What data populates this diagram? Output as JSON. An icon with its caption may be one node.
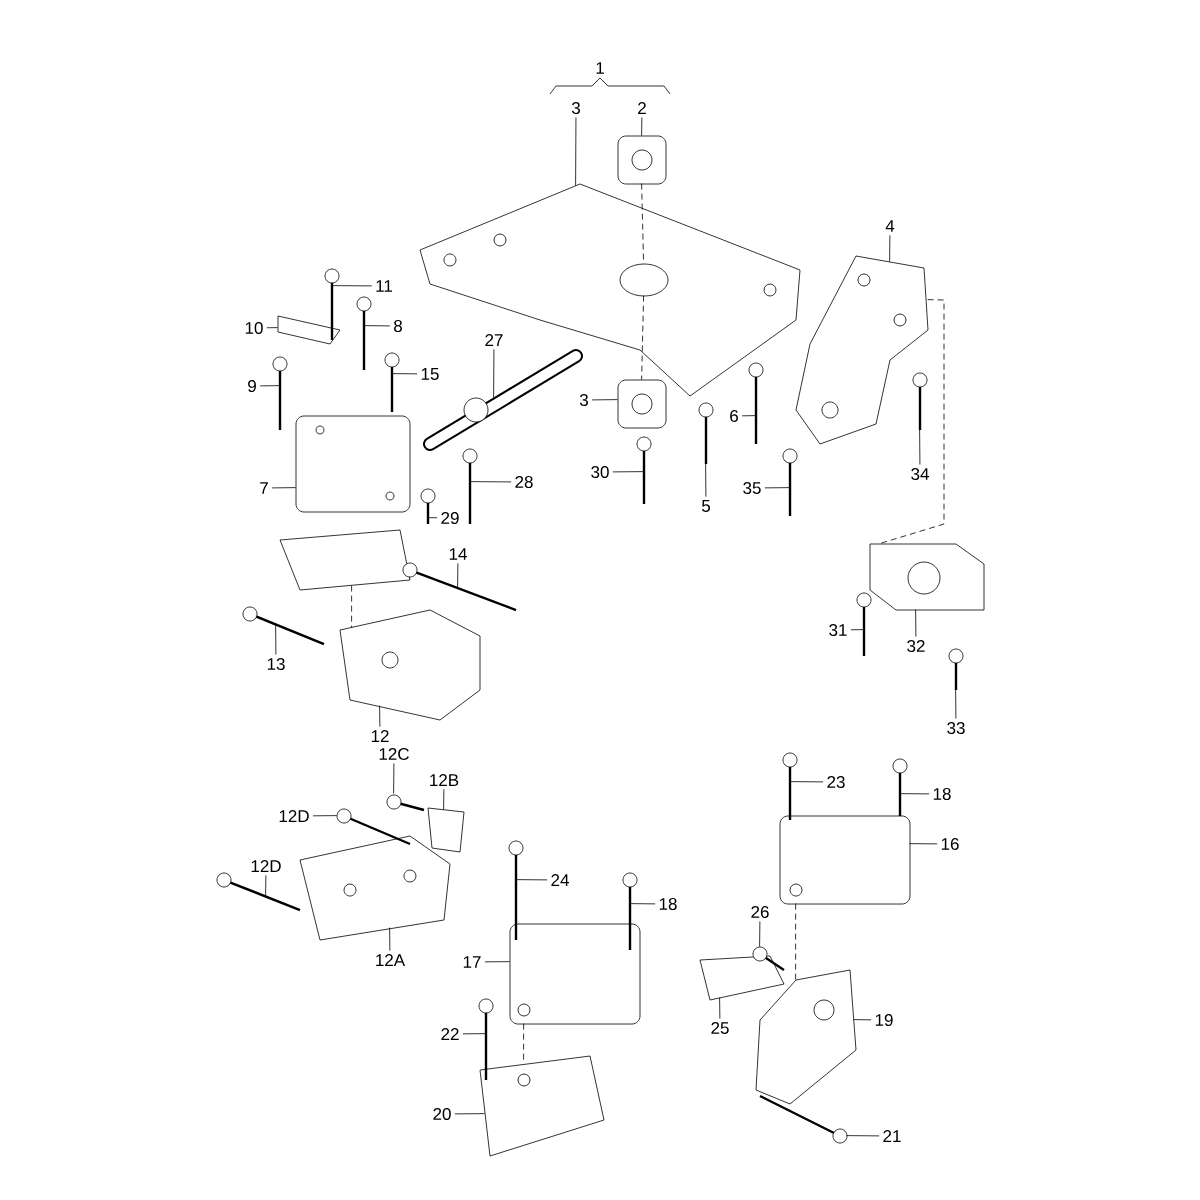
{
  "diagram": {
    "nodes": [
      {
        "text": [
          "1"
        ]
      },
      {
        "text": [
          "3"
        ]
      },
      {
        "text": [
          "2"
        ]
      },
      {
        "text": [
          "4"
        ]
      },
      {
        "text": [
          "11"
        ]
      },
      {
        "text": [
          "10"
        ]
      },
      {
        "text": [
          "8"
        ]
      },
      {
        "text": [
          "9"
        ]
      },
      {
        "text": [
          "15"
        ]
      },
      {
        "text": [
          "27"
        ]
      },
      {
        "text": [
          "7"
        ]
      },
      {
        "text": [
          "3"
        ]
      },
      {
        "text": [
          "6"
        ]
      },
      {
        "text": [
          "30"
        ]
      },
      {
        "text": [
          "28"
        ]
      },
      {
        "text": [
          "29"
        ]
      },
      {
        "text": [
          "5"
        ]
      },
      {
        "text": [
          "35"
        ]
      },
      {
        "text": [
          "34"
        ]
      },
      {
        "text": [
          "14"
        ]
      },
      {
        "text": [
          "31"
        ]
      },
      {
        "text": [
          "32"
        ]
      },
      {
        "text": [
          "13"
        ]
      },
      {
        "text": [
          "12"
        ]
      },
      {
        "text": [
          "33"
        ]
      },
      {
        "text": [
          "12C"
        ]
      },
      {
        "text": [
          "12B"
        ]
      },
      {
        "text": [
          "23"
        ]
      },
      {
        "text": [
          "18"
        ]
      },
      {
        "text": [
          "12D"
        ]
      },
      {
        "text": [
          "16"
        ]
      },
      {
        "text": [
          "12D"
        ]
      },
      {
        "text": [
          "24"
        ]
      },
      {
        "text": [
          "18"
        ]
      },
      {
        "text": [
          "12A"
        ]
      },
      {
        "text": [
          "26"
        ]
      },
      {
        "text": [
          "17"
        ]
      },
      {
        "text": [
          "19"
        ]
      },
      {
        "text": [
          "25"
        ]
      },
      {
        "text": [
          "22"
        ]
      },
      {
        "text": [
          "20"
        ]
      },
      {
        "text": [
          "21"
        ]
      },
      {
        "text": [],
        "shape": "picture"
      },
      {
        "text": [],
        "shape": "picture"
      },
      {
        "text": [],
        "shape": "picture"
      },
      {
        "text": [],
        "shape": "picture"
      },
      {
        "text": [],
        "shape": "picture"
      },
      {
        "text": [],
        "shape": "picture"
      },
      {
        "text": [],
        "shape": "picture"
      },
      {
        "text": [],
        "shape": "picture"
      },
      {
        "text": [],
        "shape": "picture"
      },
      {
        "text": [],
        "shape": "picture"
      },
      {
        "text": [],
        "shape": "picture"
      },
      {
        "text": [],
        "shape": "picture"
      },
      {
        "text": [],
        "shape": "picture"
      },
      {
        "text": [],
        "shape": "picture"
      },
      {
        "text": [],
        "shape": "picture"
      },
      {
        "text": [],
        "shape": "picture"
      },
      {
        "text": [],
        "shape": "picture"
      },
      {
        "text": [],
        "shape": "picture"
      },
      {
        "text": [],
        "shape": "picture"
      },
      {
        "text": [],
        "shape": "picture"
      },
      {
        "text": [],
        "shape": "picture"
      },
      {
        "text": [],
        "shape": "picture"
      },
      {
        "text": [],
        "shape": "picture"
      },
      {
        "text": [],
        "shape": "picture"
      },
      {
        "text": [],
        "shape": "picture"
      },
      {
        "text": [],
        "shape": "picture"
      },
      {
        "text": [],
        "shape": "picture"
      },
      {
        "text": [],
        "shape": "picture"
      },
      {
        "text": [],
        "shape": "picture"
      },
      {
        "text": [],
        "shape": "picture"
      },
      {
        "text": [],
        "shape": "picture"
      },
      {
        "text": [],
        "shape": "picture"
      },
      {
        "text": [],
        "shape": "picture"
      },
      {
        "text": [],
        "shape": "picture"
      },
      {
        "text": [],
        "shape": "picture"
      },
      {
        "text": [],
        "shape": "picture"
      },
      {
        "text": [],
        "shape": "picture"
      },
      {
        "text": [],
        "shape": "picture"
      },
      {
        "text": [],
        "shape": "picture"
      },
      {
        "text": [],
        "shape": "picture"
      },
      {
        "text": [],
        "shape": "picture"
      },
      {
        "text": [],
        "shape": "picture"
      }
    ],
    "edges": [
      {
        "from": 1,
        "to": 42,
        "arrow": "none"
      },
      {
        "from": 2,
        "to": 43,
        "arrow": "none"
      },
      {
        "from": 3,
        "to": 45,
        "arrow": "none"
      },
      {
        "from": 4,
        "to": 59,
        "arrow": "none"
      },
      {
        "from": 5,
        "to": 49,
        "arrow": "none"
      },
      {
        "from": 6,
        "to": 60,
        "arrow": "none"
      },
      {
        "from": 7,
        "to": 61,
        "arrow": "none"
      },
      {
        "from": 8,
        "to": 62,
        "arrow": "none"
      },
      {
        "from": 9,
        "to": 50,
        "arrow": "none"
      },
      {
        "from": 10,
        "to": 47,
        "arrow": "none"
      },
      {
        "from": 11,
        "to": 44,
        "arrow": "none"
      },
      {
        "from": 12,
        "to": 63,
        "arrow": "none"
      },
      {
        "from": 13,
        "to": 64,
        "arrow": "none"
      },
      {
        "from": 14,
        "to": 65,
        "arrow": "none"
      },
      {
        "from": 15,
        "to": 66,
        "arrow": "none"
      },
      {
        "from": 16,
        "to": 67,
        "arrow": "none"
      },
      {
        "from": 17,
        "to": 68,
        "arrow": "none"
      },
      {
        "from": 18,
        "to": 69,
        "arrow": "none"
      },
      {
        "from": 19,
        "to": 70,
        "arrow": "none"
      },
      {
        "from": 20,
        "to": 71,
        "arrow": "none"
      },
      {
        "from": 21,
        "to": 46,
        "arrow": "none"
      },
      {
        "from": 22,
        "to": 72,
        "arrow": "none"
      },
      {
        "from": 23,
        "to": 51,
        "arrow": "none"
      },
      {
        "from": 24,
        "to": 73,
        "arrow": "none"
      },
      {
        "from": 25,
        "to": 74,
        "arrow": "none"
      },
      {
        "from": 26,
        "to": 53,
        "arrow": "none"
      },
      {
        "from": 27,
        "to": 75,
        "arrow": "none"
      },
      {
        "from": 28,
        "to": 76,
        "arrow": "none"
      },
      {
        "from": 29,
        "to": 77,
        "arrow": "none"
      },
      {
        "from": 30,
        "to": 56,
        "arrow": "none"
      },
      {
        "from": 31,
        "to": 78,
        "arrow": "none"
      },
      {
        "from": 32,
        "to": 79,
        "arrow": "none"
      },
      {
        "from": 33,
        "to": 80,
        "arrow": "none"
      },
      {
        "from": 34,
        "to": 52,
        "arrow": "none"
      },
      {
        "from": 35,
        "to": 81,
        "arrow": "none"
      },
      {
        "from": 36,
        "to": 54,
        "arrow": "none"
      },
      {
        "from": 37,
        "to": 57,
        "arrow": "none"
      },
      {
        "from": 38,
        "to": 58,
        "arrow": "none"
      },
      {
        "from": 39,
        "to": 82,
        "arrow": "none"
      },
      {
        "from": 40,
        "to": 55,
        "arrow": "none"
      },
      {
        "from": 41,
        "to": 83,
        "arrow": "none"
      },
      {
        "from": 43,
        "to": 42,
        "arrow": "none",
        "style": "dashed"
      },
      {
        "from": 42,
        "to": 44,
        "arrow": "none",
        "style": "dashed"
      },
      {
        "from": 48,
        "to": 51,
        "arrow": "none",
        "style": "dashed"
      },
      {
        "from": 45,
        "to": 46,
        "arrow": "none",
        "style": "dashed"
      },
      {
        "from": 54,
        "to": 55,
        "arrow": "none",
        "style": "dashed"
      },
      {
        "from": 56,
        "to": 57,
        "arrow": "none",
        "style": "dashed"
      }
    ]
  }
}
